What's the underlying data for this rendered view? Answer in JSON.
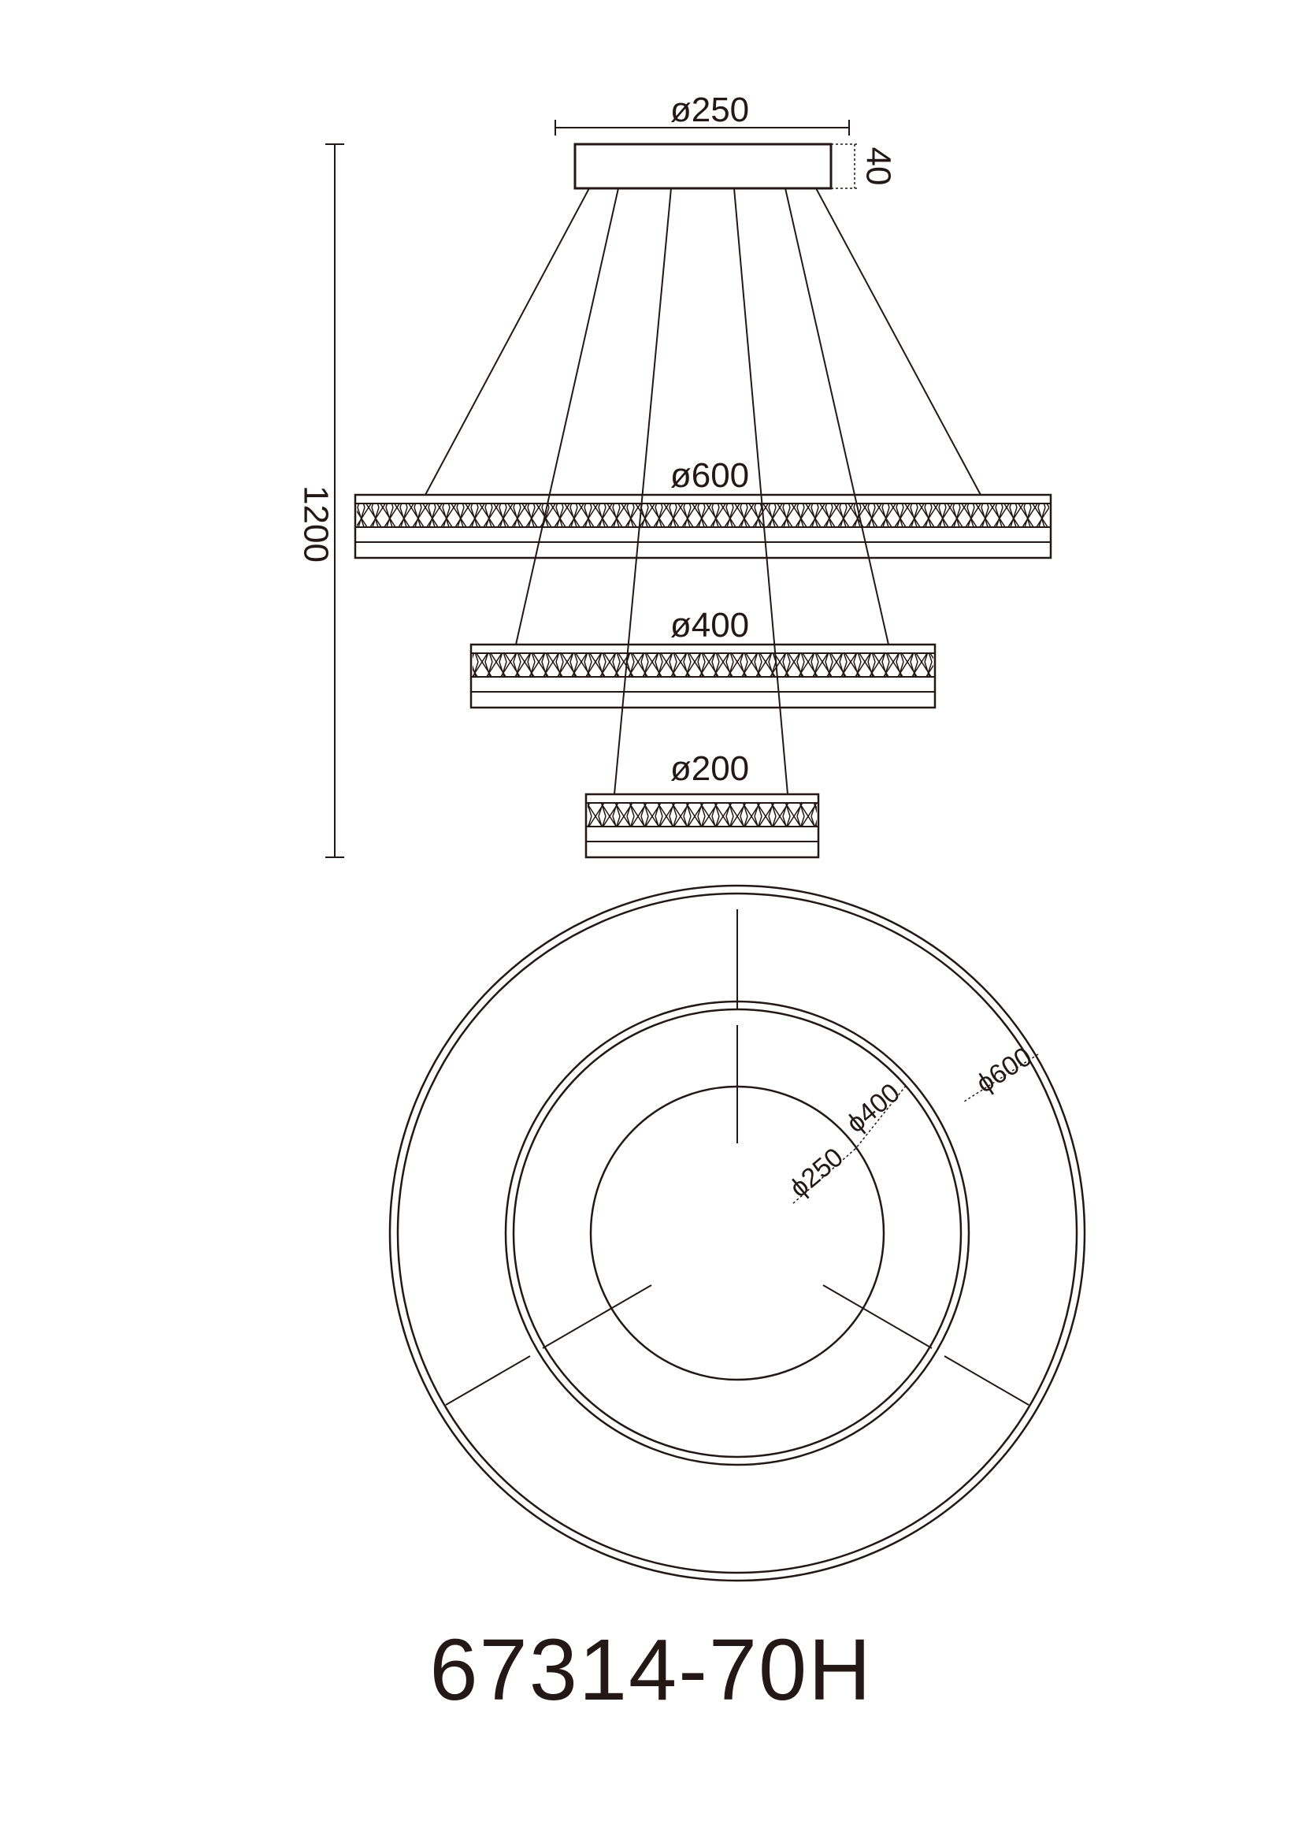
{
  "side_view": {
    "canopy_diameter": "ø250",
    "canopy_height": "40",
    "total_height": "1200",
    "ring_large": "ø600",
    "ring_medium": "ø400",
    "ring_small": "ø200"
  },
  "top_view": {
    "outer_ring": "ϕ600",
    "middle_ring": "ϕ400",
    "canopy": "ϕ250"
  },
  "model_number": "67314-70H",
  "colors": {
    "line": "#231815",
    "background": "#ffffff"
  }
}
